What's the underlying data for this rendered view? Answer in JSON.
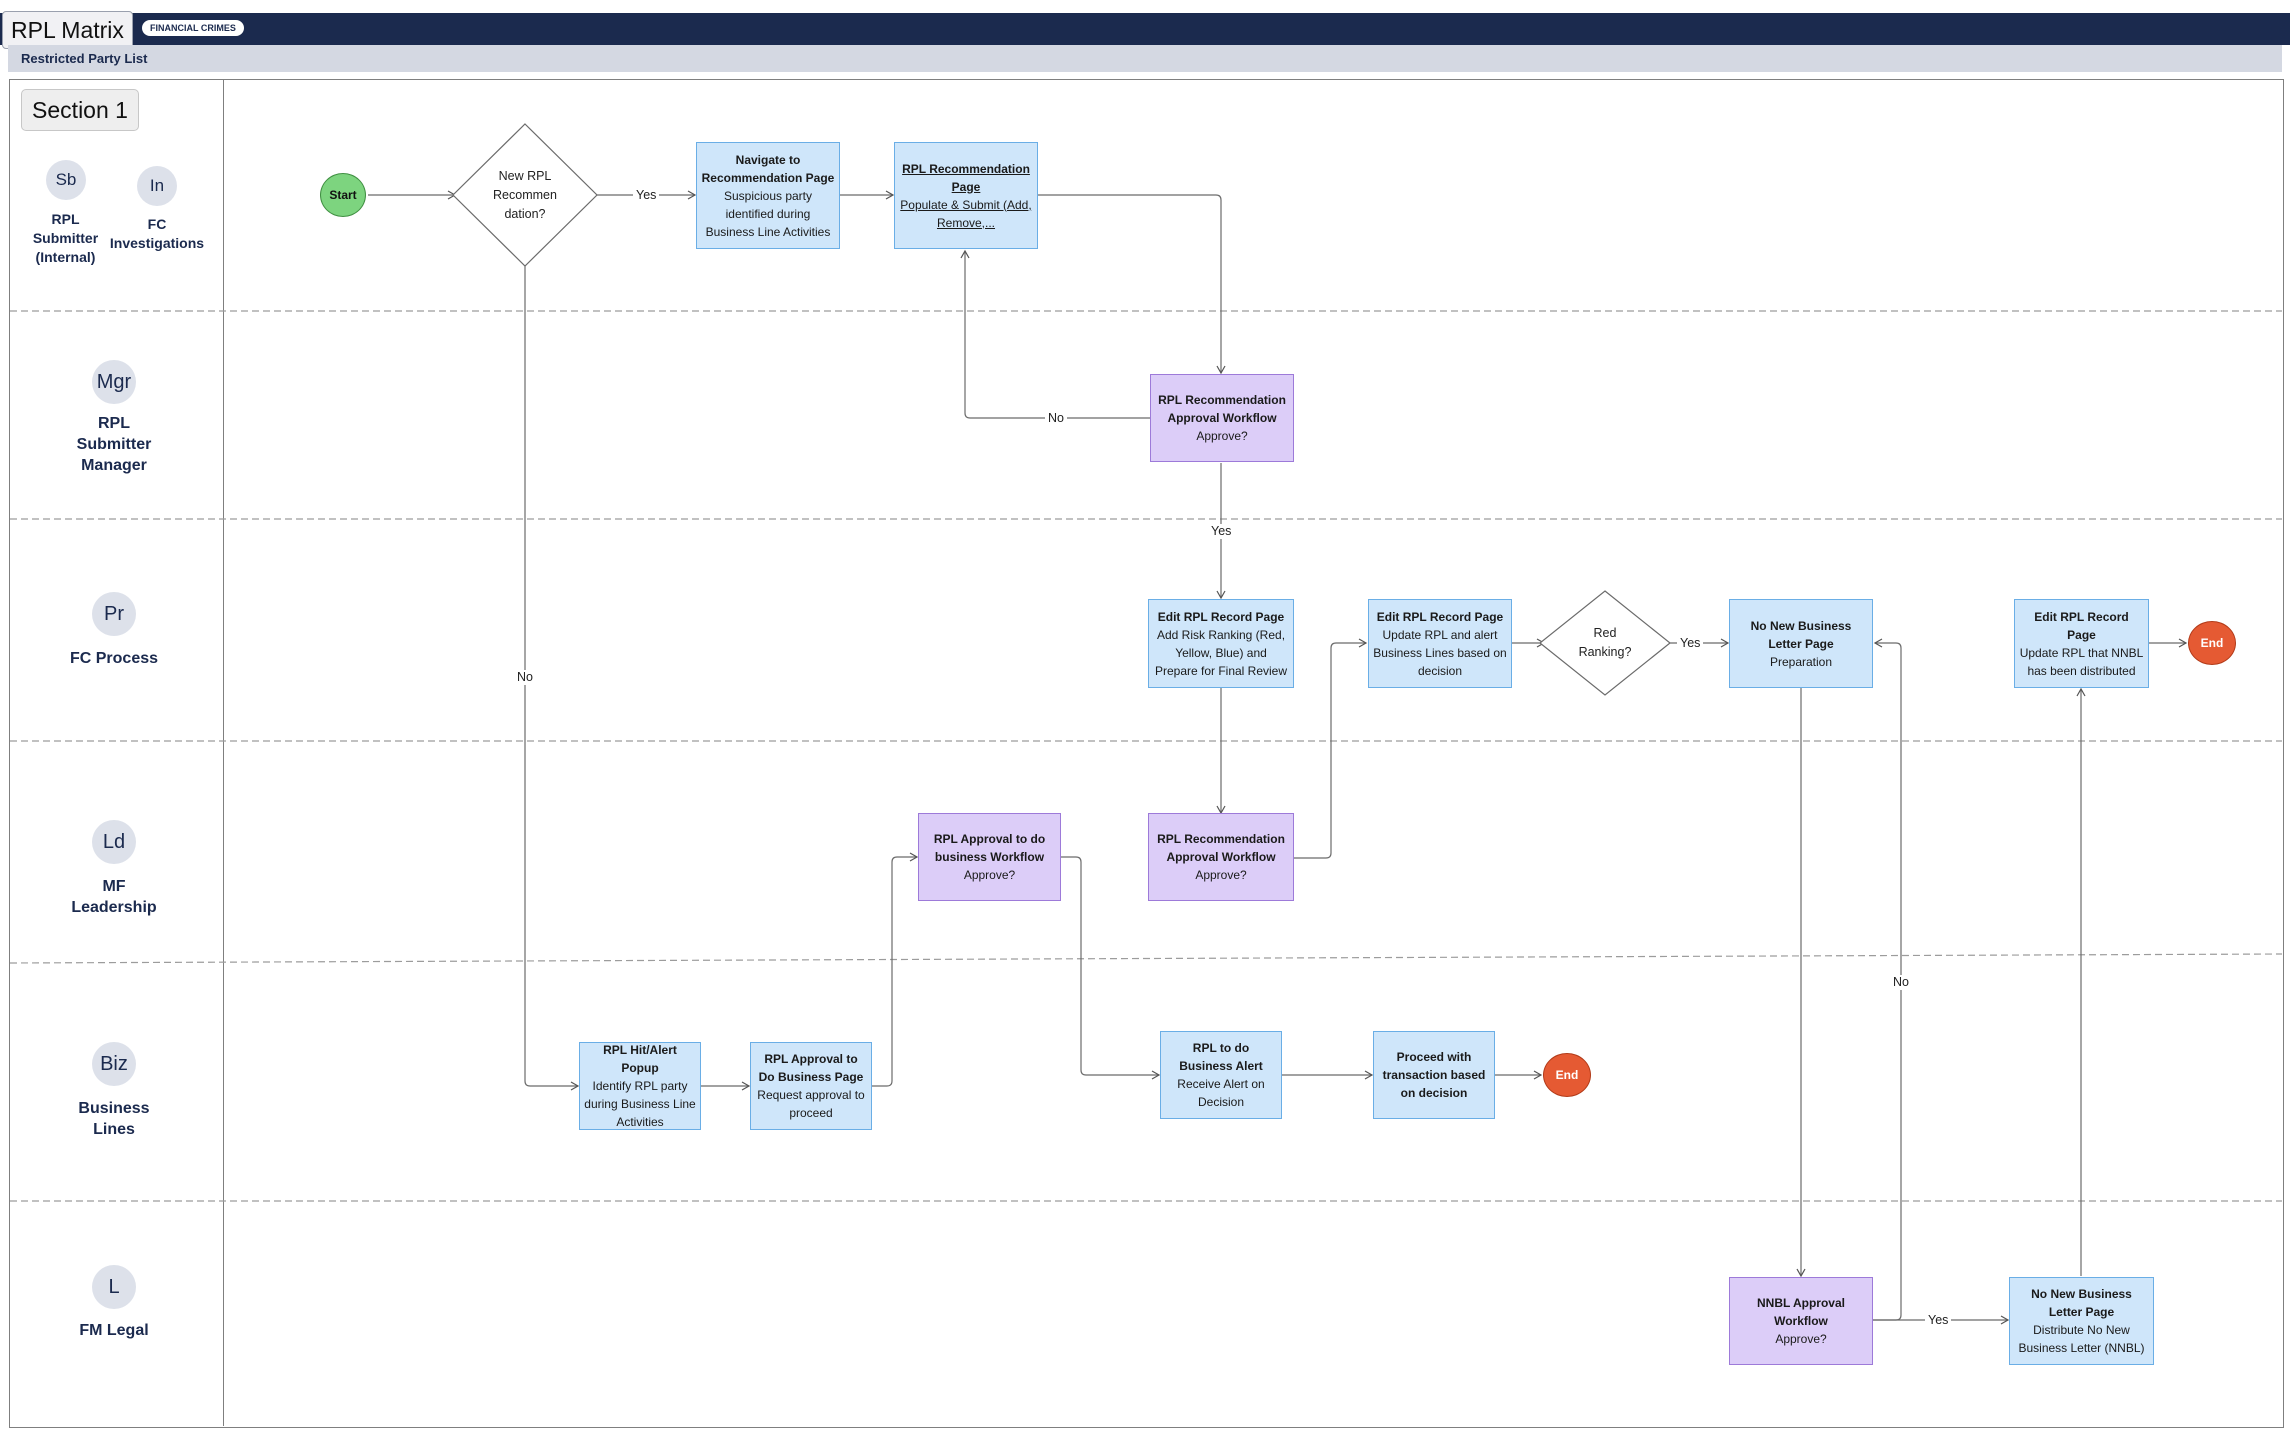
{
  "header": {
    "title": "RPL Matrix",
    "tag": "FINANCIAL CRIMES",
    "subtitle": "Restricted Party List"
  },
  "section": {
    "title": "Section 1"
  },
  "lanes": [
    {
      "avatars": [
        {
          "initials": "Sb",
          "label": "RPL\nSubmitter\n(Internal)"
        },
        {
          "initials": "In",
          "label": "FC\nInvestigations"
        }
      ]
    },
    {
      "avatars": [
        {
          "initials": "Mgr",
          "label": "RPL\nSubmitter\nManager"
        }
      ]
    },
    {
      "avatars": [
        {
          "initials": "Pr",
          "label": "FC Process"
        }
      ]
    },
    {
      "avatars": [
        {
          "initials": "Ld",
          "label": "MF\nLeadership"
        }
      ]
    },
    {
      "avatars": [
        {
          "initials": "Biz",
          "label": "Business\nLines"
        }
      ]
    },
    {
      "avatars": [
        {
          "initials": "L",
          "label": "FM Legal"
        }
      ]
    }
  ],
  "nodes": {
    "start": "Start",
    "new_rpl": "New RPL\nRecommen\ndation?",
    "navigate": {
      "title": "Navigate to Recommendation Page",
      "body": "Suspicious party identified during Business Line Activities"
    },
    "rpl_rec_page": {
      "title": "RPL Recommendation Page",
      "body": "Populate & Submit (Add, Remove,..."
    },
    "mgr_approval": {
      "title": "RPL Recommendation Approval Workflow",
      "body": "Approve?"
    },
    "edit_rpl_1": {
      "title": "Edit RPL Record Page",
      "body": "Add Risk Ranking (Red, Yellow, Blue) and Prepare for Final Review"
    },
    "edit_rpl_2": {
      "title": "Edit RPL Record Page",
      "body": "Update RPL and alert Business Lines based on decision"
    },
    "red_ranking": "Red\nRanking?",
    "nnbl_page_1": {
      "title": "No New Business Letter Page",
      "body": "Preparation"
    },
    "edit_rpl_3": {
      "title": "Edit RPL Record Page",
      "body": "Update RPL that NNBL has been distributed"
    },
    "end_1": "End",
    "ld_biz_approval": {
      "title": "RPL Approval to do business Workflow",
      "body": "Approve?"
    },
    "ld_rec_approval": {
      "title": "RPL Recommendation Approval Workflow",
      "body": "Approve?"
    },
    "hit_popup": {
      "title": "RPL Hit/Alert Popup",
      "body": "Identify  RPL party during Business Line Activities"
    },
    "approval_page": {
      "title": "RPL Approval to Do Business Page",
      "body": "Request approval to proceed"
    },
    "biz_alert": {
      "title": "RPL to do Business Alert",
      "body": "Receive Alert on Decision"
    },
    "proceed": {
      "title": "Proceed with transaction based on decision",
      "body": ""
    },
    "end_2": "End",
    "nnbl_approval": {
      "title": "NNBL Approval Workflow",
      "body": "Approve?"
    },
    "nnbl_page_2": {
      "title": "No New Business Letter Page",
      "body": "Distribute No New Business Letter (NNBL)"
    }
  },
  "edge_labels": {
    "yes_new_rpl": "Yes",
    "no_mgr": "No",
    "yes_mgr": "Yes",
    "no_new_rpl": "No",
    "yes_red": "Yes",
    "no_nnbl": "No",
    "yes_nnbl": "Yes"
  },
  "colors": {
    "header": "#1b2a4e",
    "process_fill": "#cfe6fa",
    "approval_fill": "#dccdf8",
    "start": "#7dd47f",
    "end": "#e55a33"
  }
}
